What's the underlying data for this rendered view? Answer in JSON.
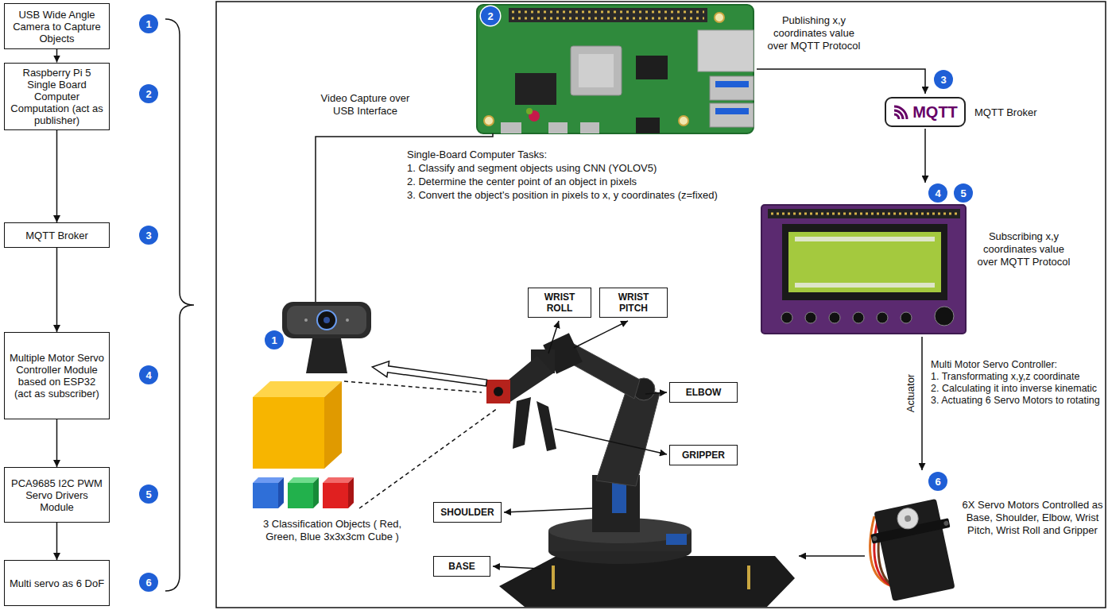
{
  "diagram": {
    "nodes": [
      {
        "text": [
          "USB Wide Angle Camera to Capture Objects"
        ]
      },
      {
        "text": [
          "Raspberry Pi 5 Single Board Computer Computation (act as publisher)"
        ]
      },
      {
        "text": [
          "MQTT Broker"
        ]
      },
      {
        "text": [
          "Multiple Motor Servo Controller Module based on ESP32 (act as subscriber)"
        ]
      },
      {
        "text": [
          "PCA9685 I2C PWM Servo Drivers Module"
        ]
      },
      {
        "text": [
          "Multi servo as 6 DoF"
        ]
      },
      {
        "text": [
          "MQTT"
        ]
      },
      {
        "text": [
          "WRIST ROLL"
        ]
      },
      {
        "text": [
          "WRIST PITCH"
        ]
      },
      {
        "text": [
          "ELBOW"
        ]
      },
      {
        "text": [
          "GRIPPER"
        ]
      },
      {
        "text": [
          "SHOULDER"
        ]
      },
      {
        "text": [
          "BASE"
        ]
      }
    ],
    "edges": [
      {
        "from": 0,
        "to": 1,
        "arrow": "to"
      },
      {
        "from": 1,
        "to": 2,
        "arrow": "to"
      },
      {
        "from": 2,
        "to": 3,
        "arrow": "to"
      },
      {
        "from": 3,
        "to": 4,
        "arrow": "to"
      },
      {
        "from": 4,
        "to": 5,
        "arrow": "to"
      }
    ],
    "labels": [
      "1",
      "2",
      "3",
      "4",
      "5",
      "6",
      "2",
      "Publishing x,y coordinates value over MQTT Protocol",
      "3",
      "MQTT Broker",
      "Video Capture over USB Interface",
      "Single-Board Computer Tasks:",
      "1. Classify and segment objects using CNN (YOLOV5)",
      "2. Determine the center point of an object in pixels",
      "3. Convert the object's position in pixels to x, y coordinates (z=fixed)",
      "4",
      "5",
      "Subscribing x,y coordinates value over MQTT Protocol",
      "1",
      "Multi Motor Servo Controller:",
      "1. Transformating x,y,z coordinate",
      "2. Calculating it into inverse kinematic",
      "3. Actuating 6 Servo Motors to rotating",
      "Actuator",
      "3 Classification Objects ( Red, Green, Blue 3x3x3cm Cube )",
      "6",
      "6X Servo Motors Controlled as Base, Shoulder, Elbow, Wrist Pitch, Wrist Roll and Gripper"
    ]
  }
}
